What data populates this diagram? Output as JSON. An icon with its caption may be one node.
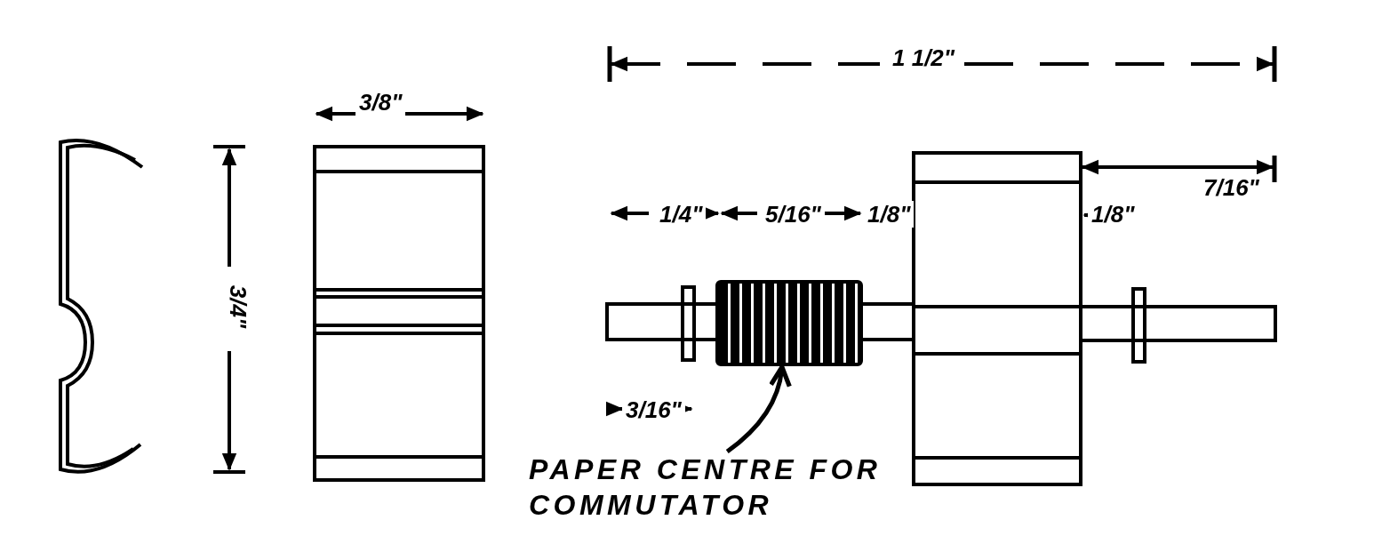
{
  "diagram": {
    "nodes": [
      {
        "text": [
          "PAPER CENTRE FOR COMMUTATOR"
        ]
      },
      {
        "text": [],
        "shape": "cylinder"
      }
    ],
    "edges": [
      {
        "from": 0,
        "to": 1,
        "arrow": "to"
      }
    ],
    "labels": [
      "1 1/2\"",
      "3/8\"",
      "7/16\"",
      "1/4\"",
      "5/16\"",
      "1/8\"",
      "1/8\"",
      "3/4\"",
      "3/16\""
    ]
  }
}
